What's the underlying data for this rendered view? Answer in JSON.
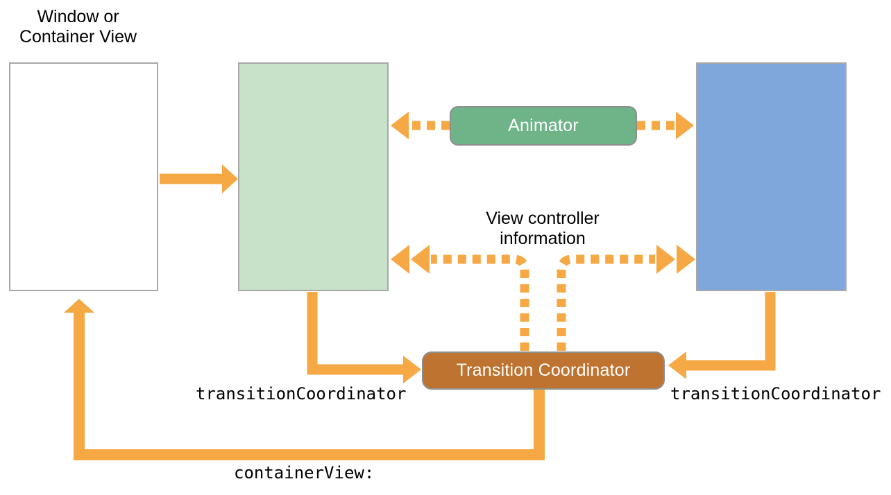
{
  "diagram": {
    "window_label": "Window or\nContainer View",
    "vc_info_label": "View controller\ninformation",
    "animator_label": "Animator",
    "coordinator_label": "Transition Coordinator",
    "transition_coordinator_left_label": "transitionCoordinator",
    "transition_coordinator_right_label": "transitionCoordinator",
    "container_view_label": "containerView:"
  },
  "colors": {
    "arrow_orange": "#F5A843",
    "box_border_gray": "#A8A8A8",
    "pill_border_gray": "#8E8E8E",
    "window_box_bg": "#FFFFFF",
    "green_box_bg": "#C8E1C9",
    "blue_box_bg": "#7FA7DB",
    "animator_bg": "#6FB389",
    "coordinator_bg": "#BE7430",
    "label_text": "#000000",
    "pill_text": "#FFFFFF"
  }
}
